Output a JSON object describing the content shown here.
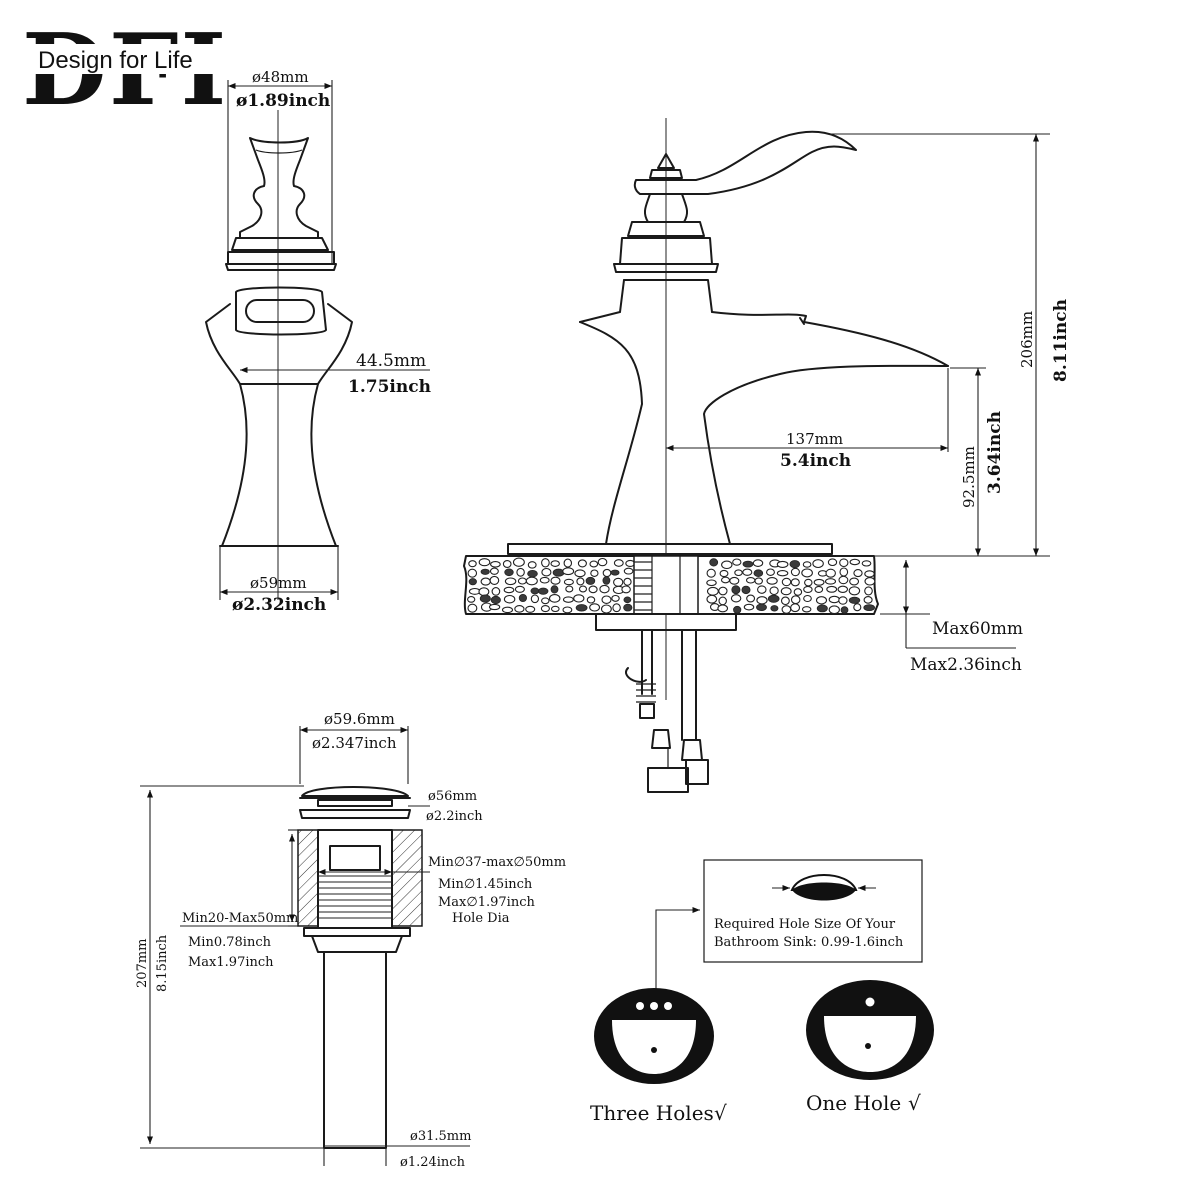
{
  "logo": {
    "letters": "DFI",
    "tagline": "Design for Life"
  },
  "handle_view": {
    "top_diameter_mm": "ø48mm",
    "top_diameter_in": "ø1.89inch",
    "width_mm": "44.5mm",
    "width_in": "1.75inch",
    "base_diameter_mm": "ø59mm",
    "base_diameter_in": "ø2.32inch"
  },
  "faucet_view": {
    "height_mm": "206mm",
    "height_in": "8.11inch",
    "reach_mm": "137mm",
    "reach_in": "5.4inch",
    "spout_height_mm": "92.5mm",
    "spout_height_in": "3.64inch",
    "deck_max_mm": "Max60mm",
    "deck_max_in": "Max2.36inch"
  },
  "drain_view": {
    "cap_diameter_mm": "ø59.6mm",
    "cap_diameter_in": "ø2.347inch",
    "flange_diameter_mm": "ø56mm",
    "flange_diameter_in": "ø2.2inch",
    "hole_range_mm": "Min∅37-max∅50mm",
    "hole_min_in": "Min∅1.45inch",
    "hole_max_in": "Max∅1.97inch",
    "hole_label": "Hole Dia",
    "thickness_range_mm": "Min20-Max50mm",
    "thickness_min_in": "Min0.78inch",
    "thickness_max_in": "Max1.97inch",
    "total_height_mm": "207mm",
    "total_height_in": "8.15inch",
    "tail_diameter_mm": "ø31.5mm",
    "tail_diameter_in": "ø1.24inch"
  },
  "hole_info": {
    "line1": "Required Hole Size Of Your",
    "line2": "Bathroom Sink: 0.99-1.6inch"
  },
  "sink_options": [
    {
      "label": "Three Holes",
      "check": "√"
    },
    {
      "label": "One Hole",
      "check": "√"
    }
  ]
}
